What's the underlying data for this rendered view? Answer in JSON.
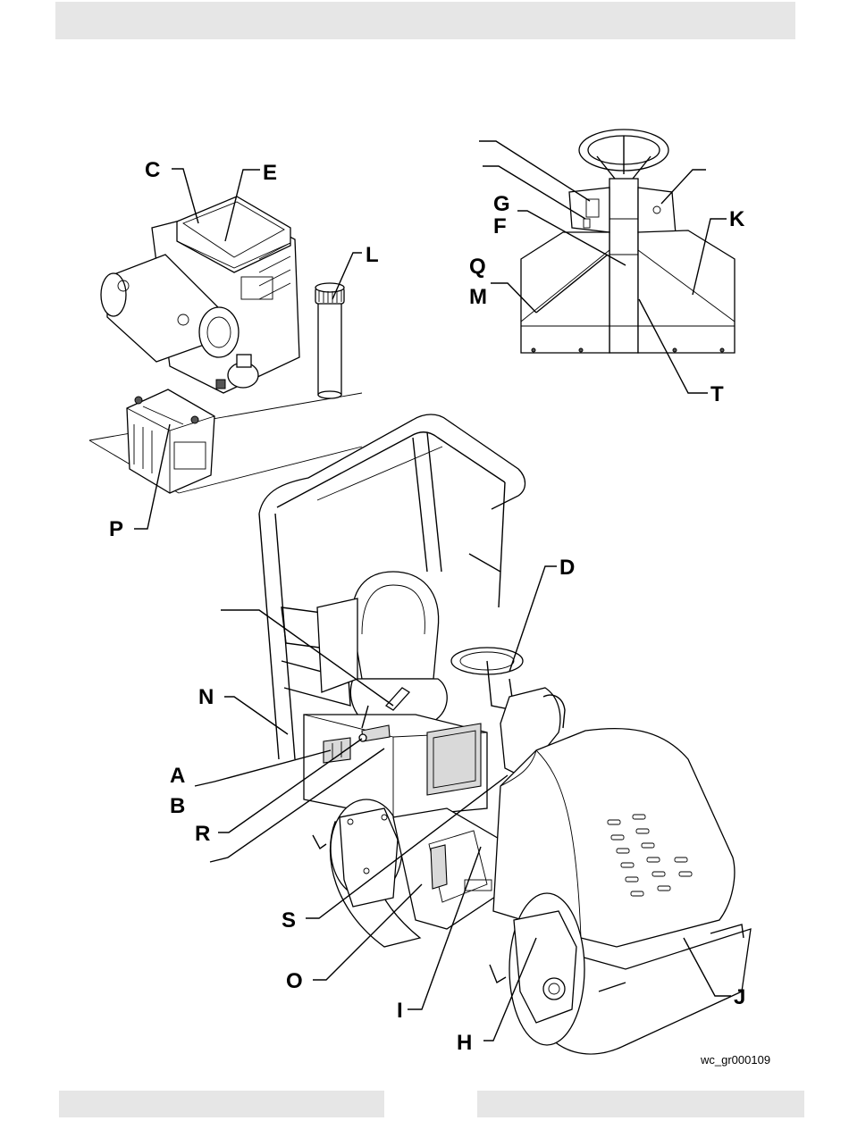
{
  "figure_ref": "wc_gr000109",
  "callouts": [
    {
      "id": "C",
      "label": "C"
    },
    {
      "id": "E",
      "label": "E"
    },
    {
      "id": "L",
      "label": "L"
    },
    {
      "id": "P",
      "label": "P"
    },
    {
      "id": "G",
      "label": "G"
    },
    {
      "id": "F",
      "label": "F"
    },
    {
      "id": "Q",
      "label": "Q"
    },
    {
      "id": "M",
      "label": "M"
    },
    {
      "id": "K",
      "label": "K"
    },
    {
      "id": "T",
      "label": "T"
    },
    {
      "id": "D",
      "label": "D"
    },
    {
      "id": "N",
      "label": "N"
    },
    {
      "id": "A",
      "label": "A"
    },
    {
      "id": "B",
      "label": "B"
    },
    {
      "id": "R",
      "label": "R"
    },
    {
      "id": "S",
      "label": "S"
    },
    {
      "id": "O",
      "label": "O"
    },
    {
      "id": "I",
      "label": "I"
    },
    {
      "id": "J",
      "label": "J"
    },
    {
      "id": "H",
      "label": "H"
    }
  ]
}
